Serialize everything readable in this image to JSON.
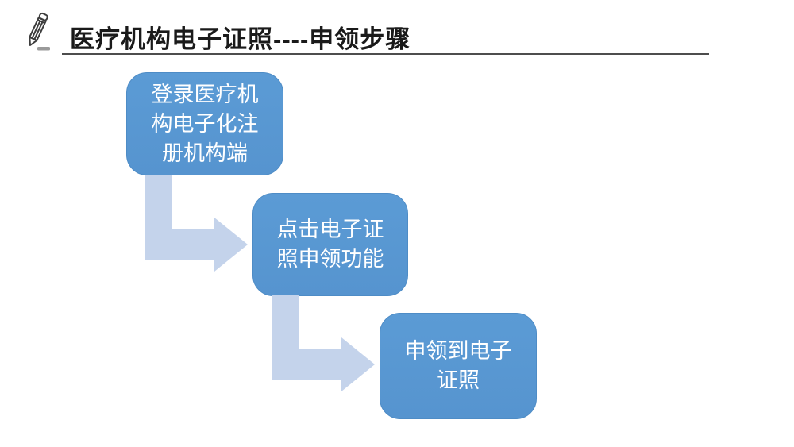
{
  "slide": {
    "title": "医疗机构电子证照----申领步骤",
    "title_icon": "pencil-icon"
  },
  "flow": {
    "connector_style": "bent-elbow-arrow",
    "steps": [
      {
        "order": 1,
        "text": "登录医疗机\n构电子化注\n册机构端"
      },
      {
        "order": 2,
        "text": "点击电子证\n照申领功能"
      },
      {
        "order": 3,
        "text": "申领到电子\n证照"
      }
    ]
  },
  "colors": {
    "background": "#FFFFFF",
    "box_fill": "#5B9BD5",
    "box_fill_dark": "#5694CF",
    "box_border": "#4E8CC6",
    "box_text": "#FFFFFF",
    "arrow_fill": "#C4D3EB",
    "title_text": "#1A1A1A",
    "underline": "#4D4D4D",
    "icon_stroke": "#3D3D3D",
    "icon_dash": "#9A9A9A"
  }
}
